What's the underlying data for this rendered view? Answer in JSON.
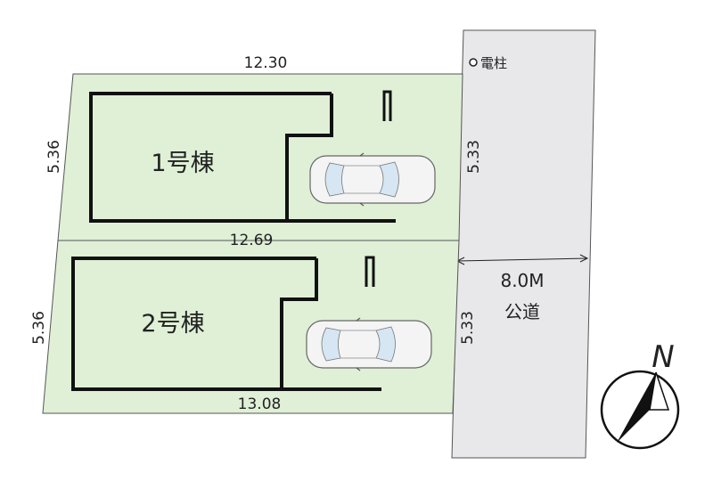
{
  "colors": {
    "lot_fill": "#dff0d6",
    "lot_stroke": "#555555",
    "road_fill": "#e8e8ea",
    "wall": "#111111",
    "car_body": "#f4f4f4",
    "car_glass": "#d6e6f3",
    "north_fill": "#111111"
  },
  "lots": [
    {
      "building": "1号棟",
      "dims": {
        "top": "12.30",
        "left": "5.36",
        "right": "5.33"
      }
    },
    {
      "building": "2号棟",
      "dims": {
        "top": "12.69",
        "left": "5.36",
        "right": "5.33",
        "bottom": "13.08"
      }
    }
  ],
  "road": {
    "width": "8.0M",
    "name": "公道"
  },
  "utility_pole": {
    "label": "電柱",
    "icon": "utility-pole-icon"
  },
  "north_marker": {
    "letter": "N",
    "icon": "north-arrow-icon"
  },
  "car_icon": "car-icon"
}
